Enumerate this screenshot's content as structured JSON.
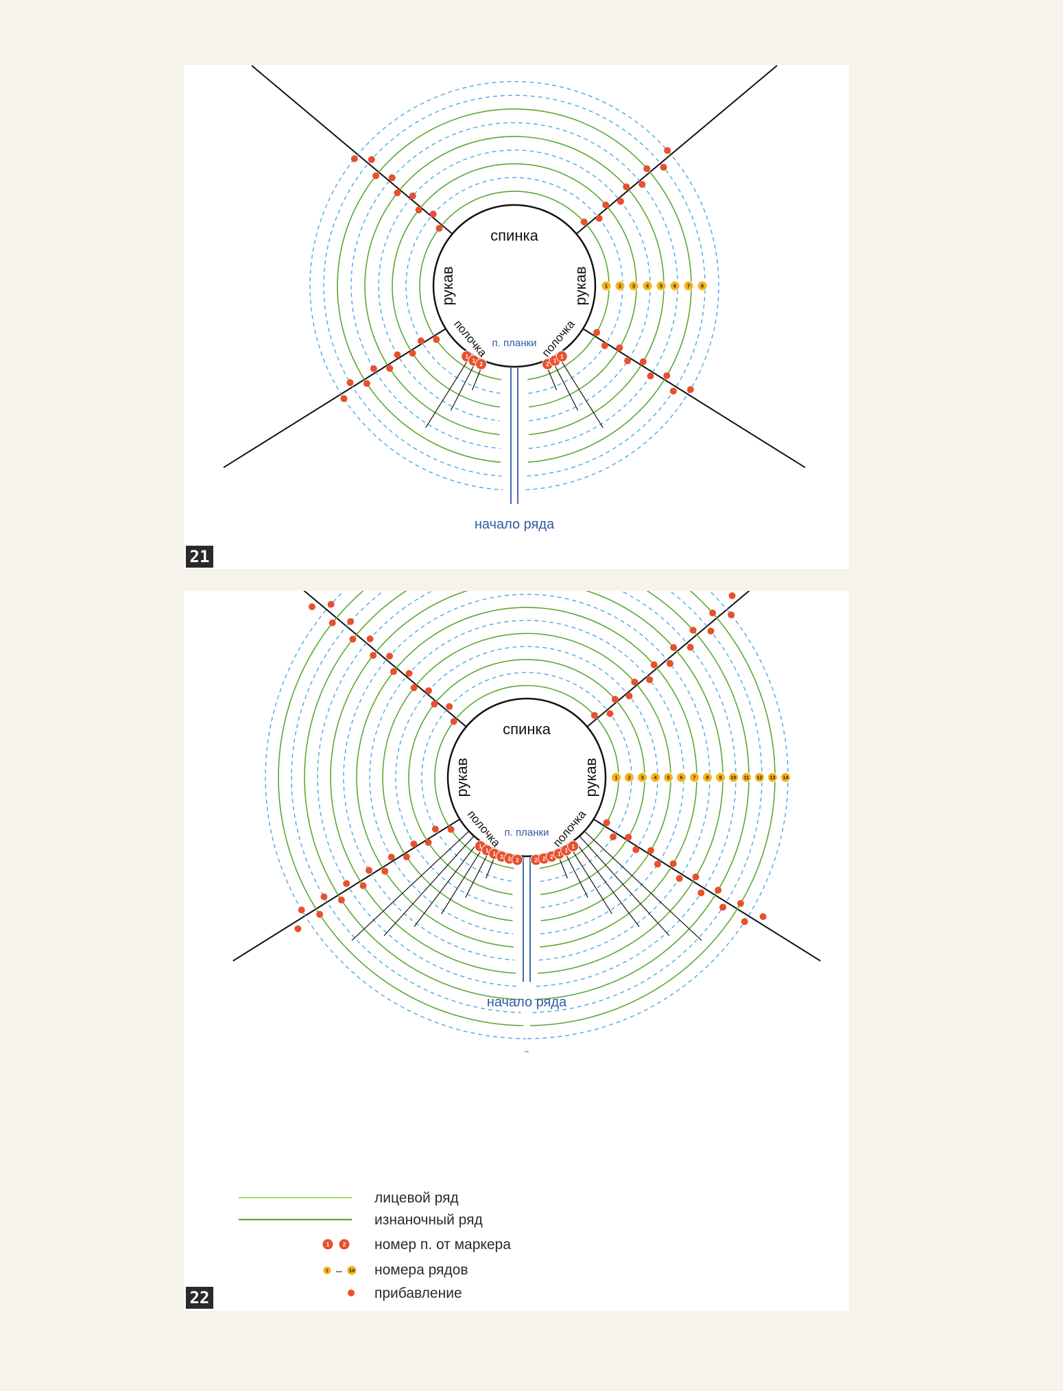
{
  "colors": {
    "knit_row": "#8cc63f",
    "purl_row": "#5aa832",
    "dashed": "#4aa8e0",
    "marker": "#e8502e",
    "row_badge": "#f5b21b",
    "blue_text": "#2e5aa8",
    "black": "#111111"
  },
  "figures": [
    {
      "number": "21",
      "labels": {
        "back": "спинка",
        "sleeve_left": "рукав",
        "sleeve_right": "рукав",
        "front_left": "полочка",
        "front_right": "полочка",
        "placket": "п. планки",
        "row_start": "начало ряда"
      },
      "row_numbers": [
        "1",
        "2",
        "3",
        "4",
        "5",
        "6",
        "7",
        "8"
      ],
      "marker_numbers_left": [
        "1",
        "1",
        "2"
      ],
      "marker_numbers_right": [
        "2",
        "1",
        "1"
      ]
    },
    {
      "number": "22",
      "labels": {
        "back": "спинка",
        "sleeve_left": "рукав",
        "sleeve_right": "рукав",
        "front_left": "полочка",
        "front_right": "полочка",
        "placket": "п. планки",
        "row_start": "начало ряда"
      },
      "row_numbers": [
        "1",
        "2",
        "3",
        "4",
        "5",
        "6",
        "7",
        "8",
        "9",
        "10",
        "11",
        "12",
        "13",
        "14"
      ],
      "marker_numbers_left": [
        "1",
        "1",
        "1",
        "2",
        "2",
        "2"
      ],
      "marker_numbers_right": [
        "2",
        "2",
        "2",
        "1",
        "1",
        "1"
      ]
    }
  ],
  "legend": {
    "knit_row": "лицевой ряд",
    "purl_row": "изнаночный ряд",
    "marker_number": "номер п. от маркера",
    "marker_badge_a": "1",
    "marker_badge_b": "2",
    "row_numbers": "номера рядов",
    "row_badge_from": "1",
    "row_badge_dash": "–",
    "row_badge_to": "14",
    "increase": "прибавление"
  }
}
